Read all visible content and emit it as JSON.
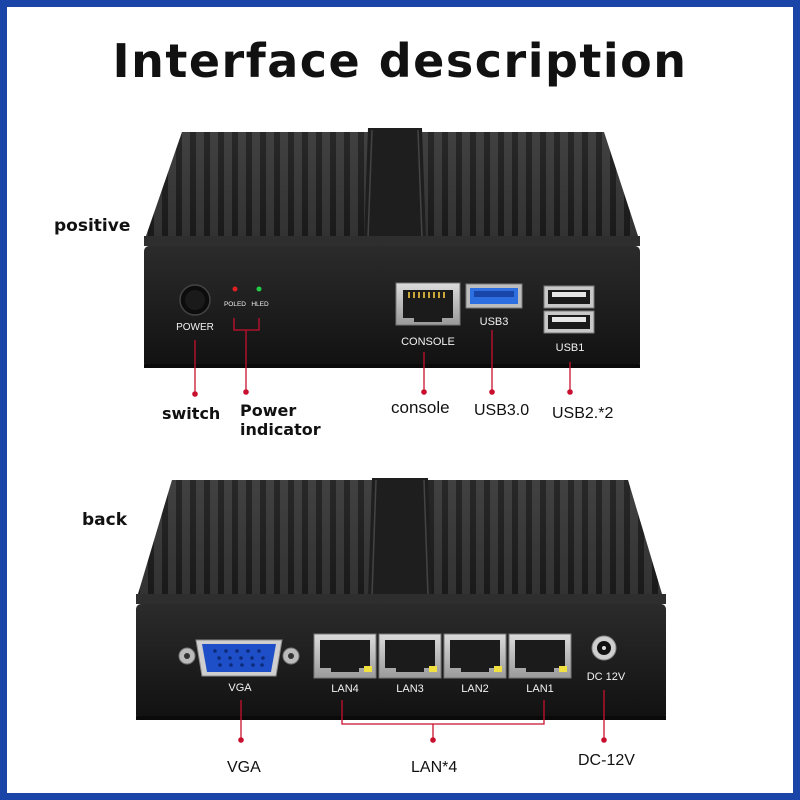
{
  "title": "Interface description",
  "sections": {
    "front": "positive",
    "rear": "back"
  },
  "front_panel": {
    "power_label": "POWER",
    "poled_label": "POLED",
    "hled_label": "HLED",
    "console_label": "CONSOLE",
    "usb3_label": "USB3",
    "usb1_label": "USB1"
  },
  "rear_panel": {
    "vga_label": "VGA",
    "lan_labels": [
      "LAN4",
      "LAN3",
      "LAN2",
      "LAN1"
    ],
    "dc_label": "DC 12V"
  },
  "callouts": {
    "switch": "switch",
    "power_indicator_line1": "Power",
    "power_indicator_line2": "indicator",
    "console": "console",
    "usb30": "USB3.0",
    "usb2": "USB2.*2",
    "vga": "VGA",
    "lan": "LAN*4",
    "dc": "DC-12V"
  },
  "colors": {
    "border": "#1b44a8",
    "callout_line": "#c8102e",
    "led_red": "#e02020",
    "led_green": "#22cc44",
    "usb3_blue": "#2d6fe0",
    "vga_blue": "#1f4fc8"
  }
}
